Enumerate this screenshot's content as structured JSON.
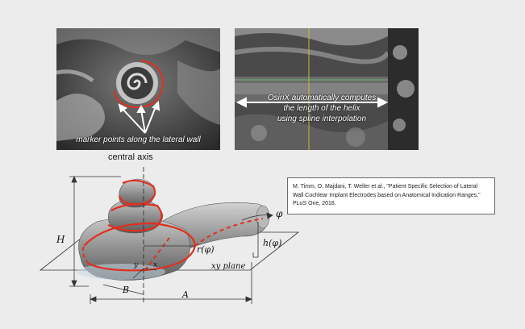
{
  "ct_left": {
    "caption": "marker points along the lateral wall"
  },
  "ct_right": {
    "caption_lines": [
      "OsiriX automatically computes",
      "the length of the helix",
      "using spline interpolation"
    ]
  },
  "model": {
    "central_axis_label": "central axis",
    "labels": {
      "phi": "φ",
      "H": "H",
      "r_phi": "r(φ)",
      "h_phi": "h(φ)",
      "y": "y",
      "x": "x",
      "xy_plane": "xy plane",
      "B": "B",
      "A": "A"
    }
  },
  "citation": {
    "text": "M. Timm, O. Majdani, T. Weller et al., \"Patient Specific Selection of Lateral Wall Cochlear Implant Electrodes based on Anatomical Indication Ranges,\" PLoS One, 2018."
  },
  "colors": {
    "background": "#ececec",
    "marker_red": "#e0301e",
    "text_white": "#ffffff",
    "border": "#6a6a6a"
  }
}
